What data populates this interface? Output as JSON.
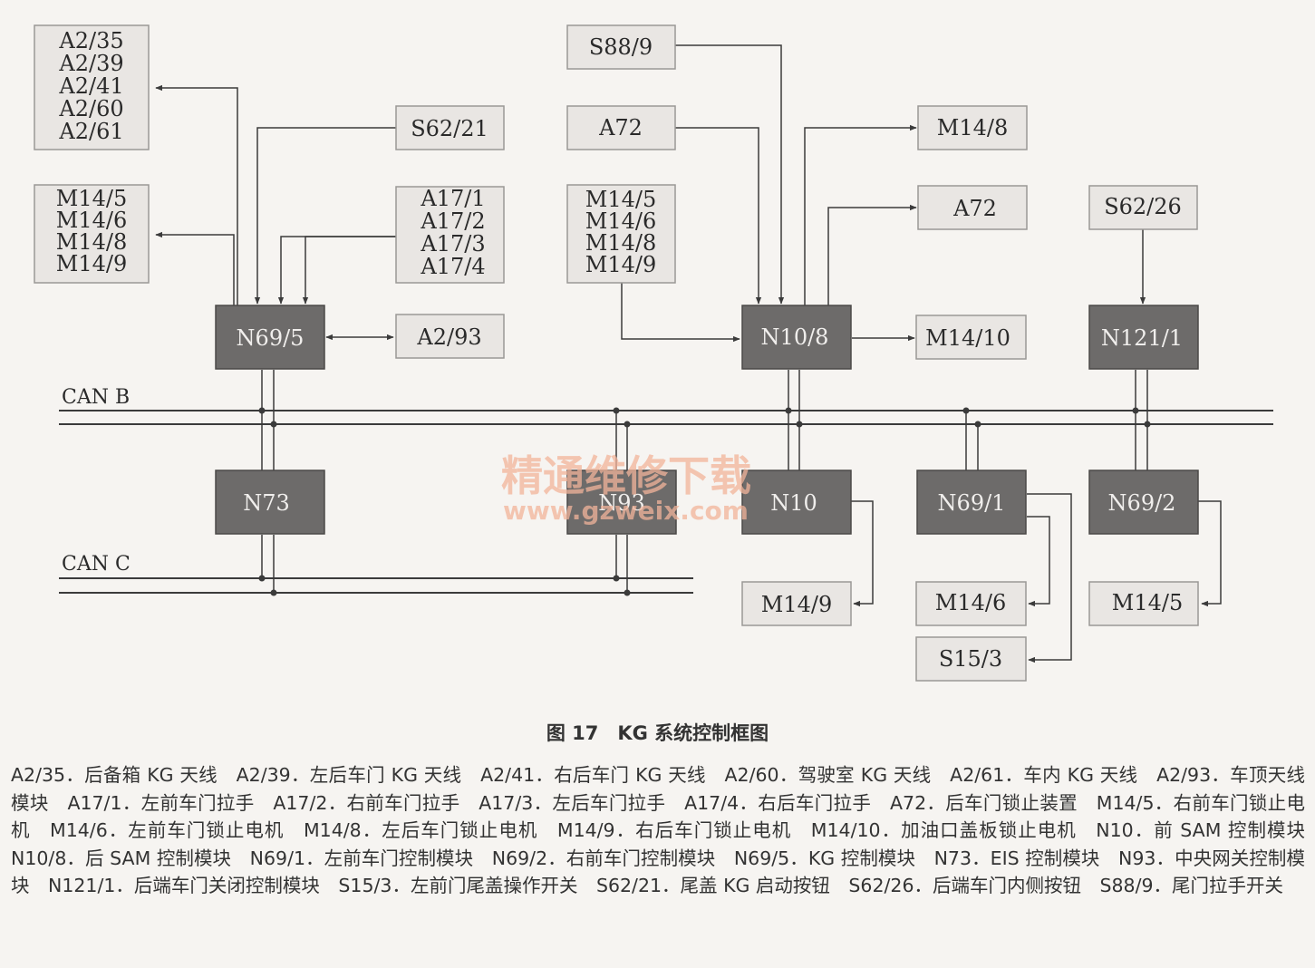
{
  "boxes": {
    "a2_group": [
      "A2/35",
      "A2/39",
      "A2/41",
      "A2/60",
      "A2/61"
    ],
    "m14_group_left": [
      "M14/5",
      "M14/6",
      "M14/8",
      "M14/9"
    ],
    "s62_21": "S62/21",
    "a17_group": [
      "A17/1",
      "A17/2",
      "A17/3",
      "A17/4"
    ],
    "n69_5": "N69/5",
    "a2_93": "A2/93",
    "n73": "N73",
    "s88_9": "S88/9",
    "a72_in": "A72",
    "m14_group_mid": [
      "M14/5",
      "M14/6",
      "M14/8",
      "M14/9"
    ],
    "n10_8": "N10/8",
    "m14_8": "M14/8",
    "a72_out": "A72",
    "m14_10": "M14/10",
    "n93": "N93",
    "n10": "N10",
    "m14_9": "M14/9",
    "n69_1": "N69/1",
    "m14_6": "M14/6",
    "s15_3": "S15/3",
    "s62_26": "S62/26",
    "n121_1": "N121/1",
    "n69_2": "N69/2",
    "m14_5": "M14/5"
  },
  "bus": {
    "can_b": "CAN B",
    "can_c": "CAN C"
  },
  "watermark": {
    "line1": "精通维修下载",
    "line2": "www.gzweix.com"
  },
  "caption": "图 17　KG 系统控制框图",
  "legend": "A2/35．后备箱 KG 天线　A2/39．左后车门 KG 天线　A2/41．右后车门 KG 天线　A2/60．驾驶室 KG 天线　A2/61．车内 KG 天线　A2/93．车顶天线模块　A17/1．左前车门拉手　A17/2．右前车门拉手　A17/3．左后车门拉手　A17/4．右后车门拉手　A72．后车门锁止装置　M14/5．右前车门锁止电机　M14/6．左前车门锁止电机　M14/8．左后车门锁止电机　M14/9．右后车门锁止电机　M14/10．加油口盖板锁止电机　N10．前 SAM 控制模块　N10/8．后 SAM 控制模块　N69/1．左前车门控制模块　N69/2．右前车门控制模块　N69/5．KG 控制模块　N73．EIS 控制模块　N93．中央网关控制模块　N121/1．后端车门关闭控制模块　S15/3．左前门尾盖操作开关　S62/21．尾盖 KG 启动按钮　S62/26．后端车门内侧按钮　S88/9．尾门拉手开关"
}
